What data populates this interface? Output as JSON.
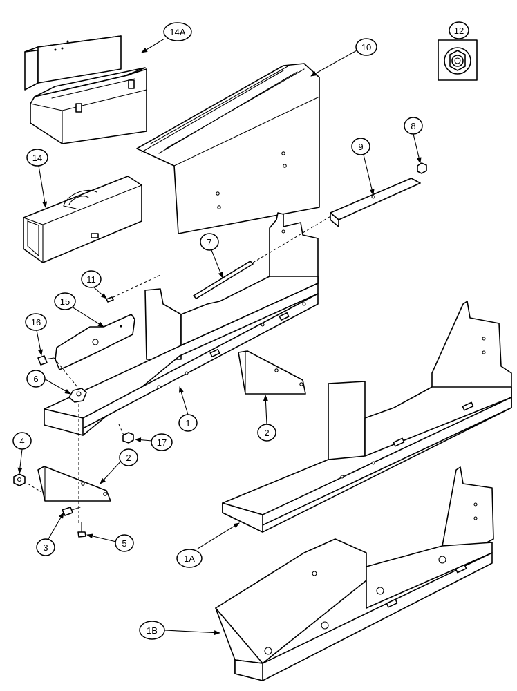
{
  "callouts": [
    {
      "id": "c14a",
      "label": "14A"
    },
    {
      "id": "c12",
      "label": "12"
    },
    {
      "id": "c10",
      "label": "10"
    },
    {
      "id": "c14",
      "label": "14"
    },
    {
      "id": "c9",
      "label": "9"
    },
    {
      "id": "c8",
      "label": "8"
    },
    {
      "id": "c7",
      "label": "7"
    },
    {
      "id": "c11",
      "label": "11"
    },
    {
      "id": "c15",
      "label": "15"
    },
    {
      "id": "c16",
      "label": "16"
    },
    {
      "id": "c6",
      "label": "6"
    },
    {
      "id": "c1",
      "label": "1"
    },
    {
      "id": "c2a",
      "label": "2"
    },
    {
      "id": "c17",
      "label": "17"
    },
    {
      "id": "c4",
      "label": "4"
    },
    {
      "id": "c2b",
      "label": "2"
    },
    {
      "id": "c3",
      "label": "3"
    },
    {
      "id": "c5",
      "label": "5"
    },
    {
      "id": "c1a",
      "label": "1A"
    },
    {
      "id": "c1b",
      "label": "1B"
    }
  ]
}
